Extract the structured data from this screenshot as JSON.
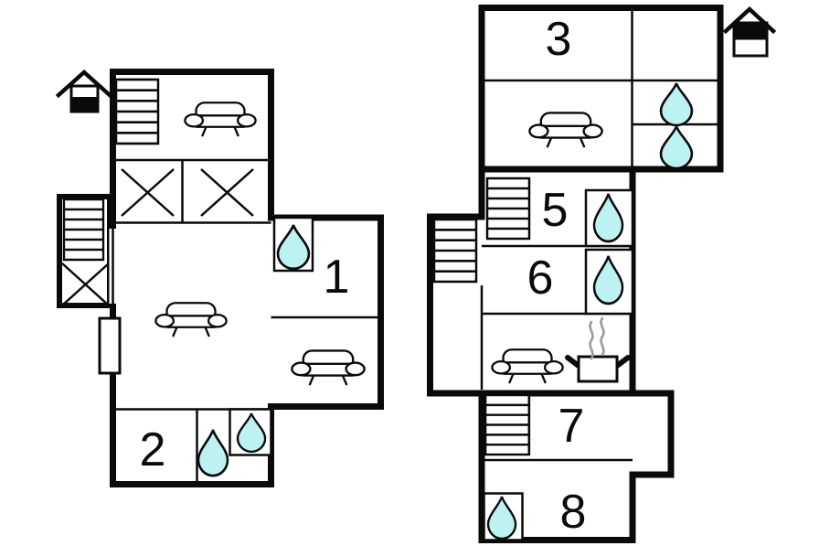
{
  "colors": {
    "background": "#ffffff",
    "wall": "#0a0a0a",
    "water_drop": "#bdf2f2",
    "steam": "#9a9a9a"
  },
  "floors": {
    "ground": {
      "name": "ground floor plan",
      "house_icon": "house with lower half filled (ground floor indicator)",
      "room_labels": {
        "r1": "1",
        "r2": "2"
      }
    },
    "upper": {
      "name": "upper floor plan",
      "house_icon": "house with upper half filled (upper floor indicator)",
      "room_labels": {
        "r3": "3",
        "r5": "5",
        "r6": "6",
        "r7": "7",
        "r8": "8"
      }
    }
  },
  "icons": {
    "water_drop_icon": "teardrop (bath/shower/WC)",
    "sofa_icon": "sofa, front view",
    "stairs_icon": "striped rectangle staircase",
    "wardrobe_icon": "box crossed with X",
    "stove_icon": "cooking pot with steam",
    "door_icon": "white rectangle across wall",
    "ground_floor_house_icon": "house glyph, bottom half black",
    "upper_floor_house_icon": "house glyph, top half black"
  }
}
